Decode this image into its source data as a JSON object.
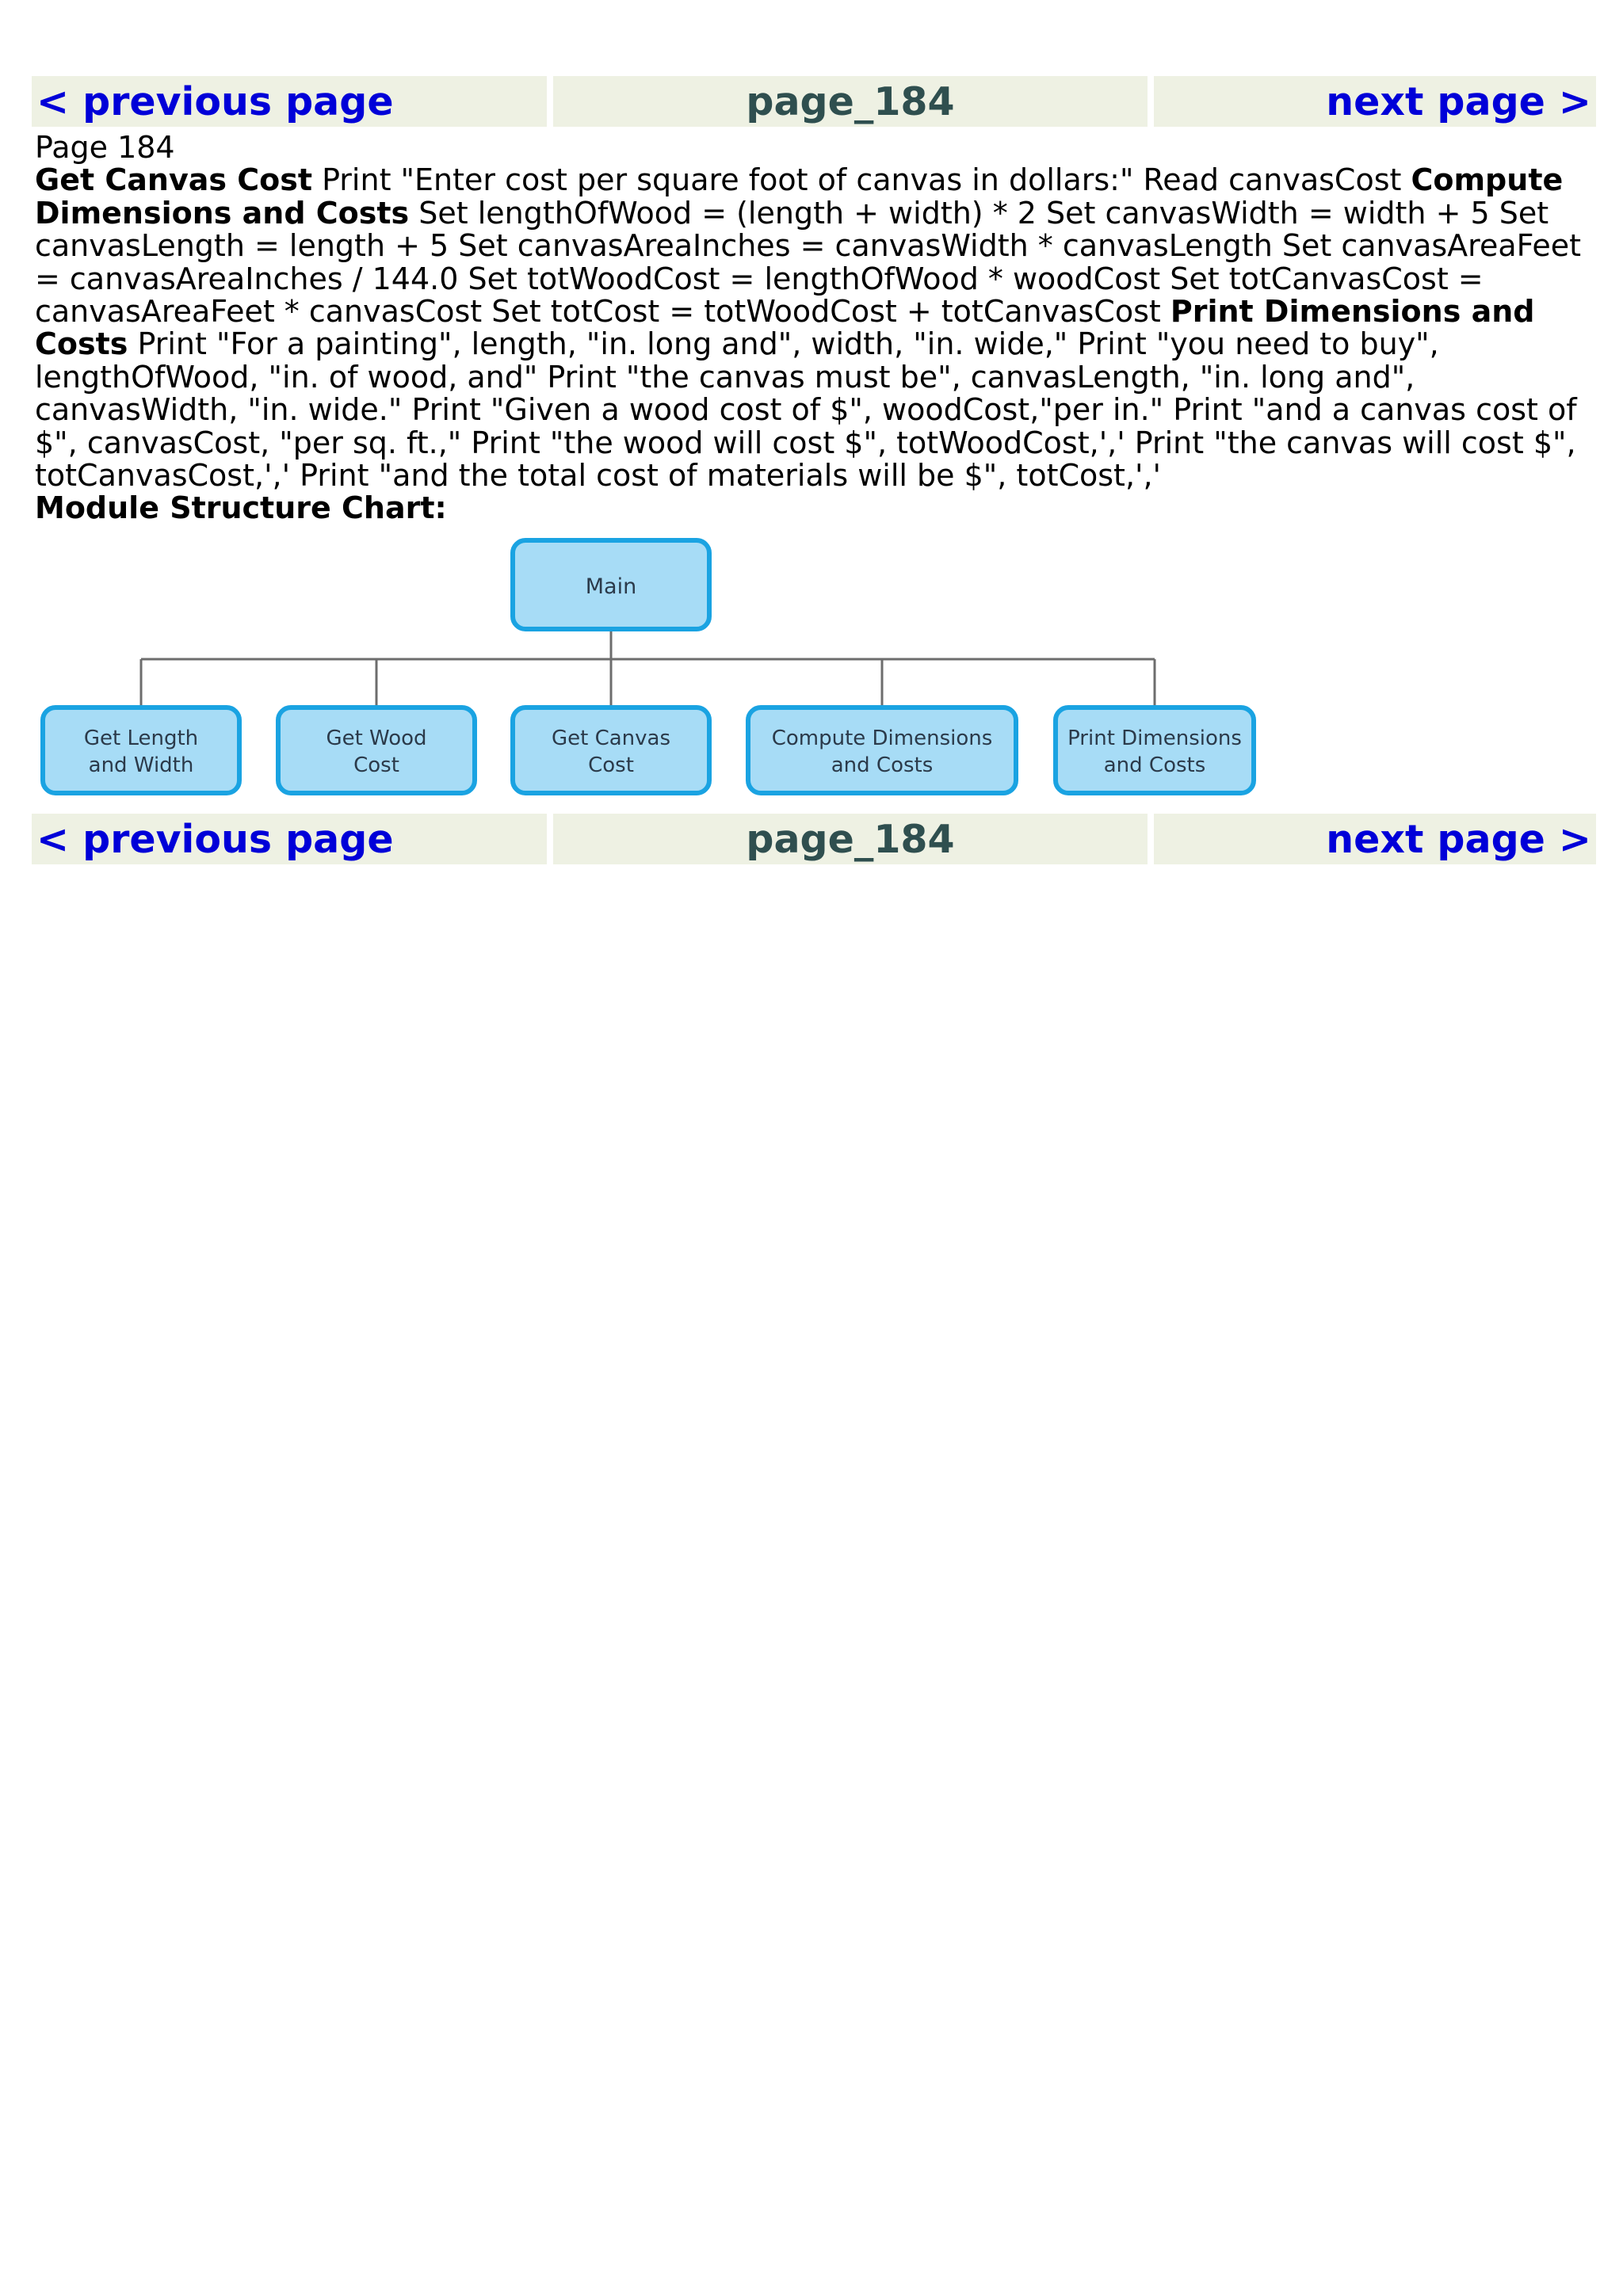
{
  "nav": {
    "previous": "< previous page",
    "page_label": "page_184",
    "next": "next page >"
  },
  "body": {
    "page_heading": "Page 184",
    "h_get_canvas_cost": "Get Canvas Cost",
    "t_get_canvas_cost": " Print \"Enter cost per square foot of canvas in dollars:\" Read canvasCost ",
    "h_compute": "Compute Dimensions and Costs",
    "t_compute": " Set lengthOfWood = (length + width) * 2 Set canvasWidth = width + 5 Set canvasLength = length + 5 Set canvasAreaInches = canvasWidth * canvasLength Set canvasAreaFeet = canvasAreaInches / 144.0 Set totWoodCost = lengthOfWood * woodCost Set totCanvasCost = canvasAreaFeet * canvasCost Set totCost = totWoodCost + totCanvasCost ",
    "h_print": "Print Dimensions and Costs",
    "t_print": " Print \"For a painting\", length, \"in. long and\", width, \"in. wide,\" Print \"you need to buy\", lengthOfWood, \"in. of wood, and\" Print \"the canvas must be\", canvasLength, \"in. long and\", canvasWidth, \"in. wide.\" Print \"Given a wood cost of $\", woodCost,\"per in.\" Print \"and a canvas cost of $\", canvasCost, \"per sq. ft.,\" Print \"the wood will cost $\", totWoodCost,',' Print \"the canvas will cost $\", totCanvasCost,',' Print \"and the total cost of materials will be $\", totCost,','",
    "h_module_chart": "Module Structure Chart:"
  },
  "diagram": {
    "root": {
      "line1": "Main"
    },
    "children": [
      {
        "line1": "Get Length",
        "line2": "and Width"
      },
      {
        "line1": "Get Wood",
        "line2": "Cost"
      },
      {
        "line1": "Get Canvas",
        "line2": "Cost"
      },
      {
        "line1": "Compute Dimensions",
        "line2": "and Costs"
      },
      {
        "line1": "Print Dimensions",
        "line2": "and Costs"
      }
    ],
    "colors": {
      "box_fill": "#a7dcf6",
      "box_stroke": "#1aa3e2",
      "connector": "#6d6d6d",
      "label": "#2b3a4a"
    }
  }
}
